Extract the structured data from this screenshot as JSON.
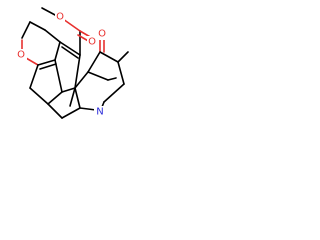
{
  "structure": {
    "atoms": {
      "ring_oxygen": {
        "symbol": "O",
        "color": "#e8312f"
      },
      "ester_oxygen": {
        "symbol": "O",
        "color": "#e8312f"
      },
      "carbonyl_oxygen": {
        "symbol": "O",
        "color": "#e8312f"
      },
      "ketone_oxygen": {
        "symbol": "O",
        "color": "#e8312f"
      },
      "nitrogen": {
        "symbol": "N",
        "color": "#2b2bd8"
      }
    },
    "bond_color": "#000000"
  }
}
